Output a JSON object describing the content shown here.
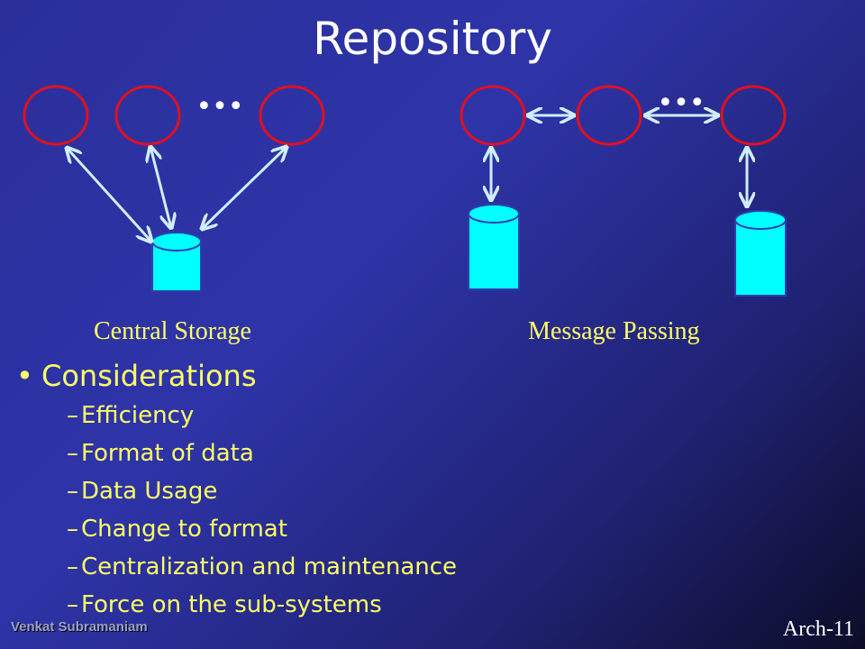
{
  "slide": {
    "title": "Repository",
    "page_number": "Arch-11",
    "author": "Venkat Subramaniam"
  },
  "diagram": {
    "ellipsis": "•••",
    "central_storage_label": "Central Storage",
    "message_passing_label": "Message Passing"
  },
  "considerations": {
    "bullet": "•",
    "heading": "Considerations",
    "items": [
      "Efficiency",
      "Format of data",
      "Data Usage",
      "Change to format",
      "Centralization and maintenance",
      "Force on the sub-systems"
    ]
  },
  "colors": {
    "node_stroke": "#e01020",
    "arrow": "#cfeeff",
    "storage_fill": "#00ffff",
    "text_yellow": "#ffff66",
    "background": "#2e34a8"
  }
}
